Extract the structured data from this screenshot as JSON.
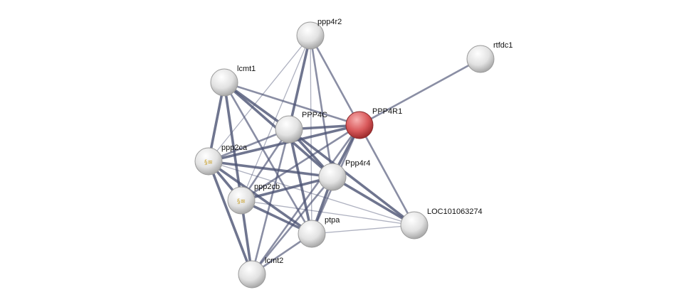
{
  "network": {
    "colors": {
      "edge": "#4b5273",
      "node": "#e8e8e8",
      "query_node": "#d9595b"
    },
    "nodes": [
      {
        "id": "ppp4r2",
        "label": "ppp4r2",
        "query": false,
        "structure": false
      },
      {
        "id": "rtfdc1",
        "label": "rtfdc1",
        "query": false,
        "structure": false
      },
      {
        "id": "lcmt1",
        "label": "lcmt1",
        "query": false,
        "structure": false
      },
      {
        "id": "PPP4C",
        "label": "PPP4C",
        "query": false,
        "structure": false
      },
      {
        "id": "PPP4R1",
        "label": "PPP4R1",
        "query": true,
        "structure": false
      },
      {
        "id": "ppp2ca",
        "label": "ppp2ca",
        "query": false,
        "structure": true
      },
      {
        "id": "Ppp4r4",
        "label": "Ppp4r4",
        "query": false,
        "structure": false
      },
      {
        "id": "ppp2cb",
        "label": "ppp2cb",
        "query": false,
        "structure": true
      },
      {
        "id": "ptpa",
        "label": "ptpa",
        "query": false,
        "structure": false
      },
      {
        "id": "LOC101063274",
        "label": "LOC101063274",
        "query": false,
        "structure": false
      },
      {
        "id": "lcmt2",
        "label": "lcmt2",
        "query": false,
        "structure": false
      }
    ],
    "edges": [
      [
        "ppp4r2",
        "PPP4C",
        3
      ],
      [
        "ppp4r2",
        "PPP4R1",
        2
      ],
      [
        "ppp4r2",
        "Ppp4r4",
        2
      ],
      [
        "ppp4r2",
        "ptpa",
        1
      ],
      [
        "ppp4r2",
        "ppp2ca",
        1
      ],
      [
        "ppp4r2",
        "ppp2cb",
        1
      ],
      [
        "lcmt1",
        "PPP4R1",
        2
      ],
      [
        "lcmt1",
        "PPP4C",
        3
      ],
      [
        "lcmt1",
        "ppp2ca",
        3
      ],
      [
        "lcmt1",
        "ppp2cb",
        3
      ],
      [
        "lcmt1",
        "Ppp4r4",
        3
      ],
      [
        "lcmt1",
        "ptpa",
        2
      ],
      [
        "PPP4C",
        "PPP4R1",
        3
      ],
      [
        "PPP4C",
        "ppp2ca",
        2
      ],
      [
        "PPP4C",
        "ppp2cb",
        2
      ],
      [
        "PPP4C",
        "Ppp4r4",
        3
      ],
      [
        "PPP4C",
        "ptpa",
        3
      ],
      [
        "PPP4C",
        "lcmt2",
        2
      ],
      [
        "PPP4C",
        "LOC101063274",
        3
      ],
      [
        "PPP4R1",
        "rtfdc1",
        2
      ],
      [
        "PPP4R1",
        "ppp2ca",
        3
      ],
      [
        "PPP4R1",
        "Ppp4r4",
        3
      ],
      [
        "PPP4R1",
        "LOC101063274",
        2
      ],
      [
        "PPP4R1",
        "ptpa",
        2
      ],
      [
        "PPP4R1",
        "lcmt2",
        2
      ],
      [
        "PPP4R1",
        "ppp2cb",
        2
      ],
      [
        "ppp2ca",
        "Ppp4r4",
        3
      ],
      [
        "ppp2ca",
        "ppp2cb",
        3
      ],
      [
        "ppp2ca",
        "ptpa",
        3
      ],
      [
        "ppp2ca",
        "lcmt2",
        3
      ],
      [
        "ppp2ca",
        "LOC101063274",
        1
      ],
      [
        "ppp2cb",
        "Ppp4r4",
        3
      ],
      [
        "ppp2cb",
        "ptpa",
        3
      ],
      [
        "ppp2cb",
        "lcmt2",
        3
      ],
      [
        "ppp2cb",
        "LOC101063274",
        1
      ],
      [
        "Ppp4r4",
        "ptpa",
        3
      ],
      [
        "Ppp4r4",
        "LOC101063274",
        3
      ],
      [
        "Ppp4r4",
        "lcmt2",
        2
      ],
      [
        "ptpa",
        "LOC101063274",
        1
      ],
      [
        "ptpa",
        "lcmt2",
        2
      ]
    ]
  }
}
